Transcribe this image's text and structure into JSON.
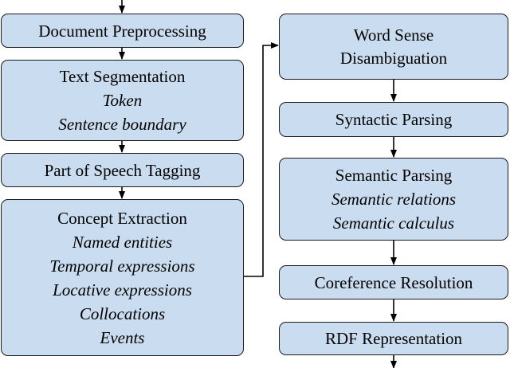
{
  "left_column": [
    {
      "id": "doc",
      "title": "Document Preprocessing",
      "items": []
    },
    {
      "id": "seg",
      "title": "Text Segmentation",
      "items": [
        "Token",
        "Sentence boundary"
      ]
    },
    {
      "id": "pos",
      "title": "Part of Speech Tagging",
      "items": []
    },
    {
      "id": "concept",
      "title": "Concept Extraction",
      "items": [
        "Named entities",
        "Temporal expressions",
        "Locative expressions",
        "Collocations",
        "Events"
      ]
    }
  ],
  "right_column": [
    {
      "id": "wsd",
      "title": "Word Sense Disambiguation",
      "items": []
    },
    {
      "id": "syn",
      "title": "Syntactic Parsing",
      "items": []
    },
    {
      "id": "sem",
      "title": "Semantic Parsing",
      "items": [
        "Semantic relations",
        "Semantic calculus"
      ]
    },
    {
      "id": "coref",
      "title": "Coreference Resolution",
      "items": []
    },
    {
      "id": "rdf",
      "title": "RDF Representation",
      "items": []
    }
  ]
}
